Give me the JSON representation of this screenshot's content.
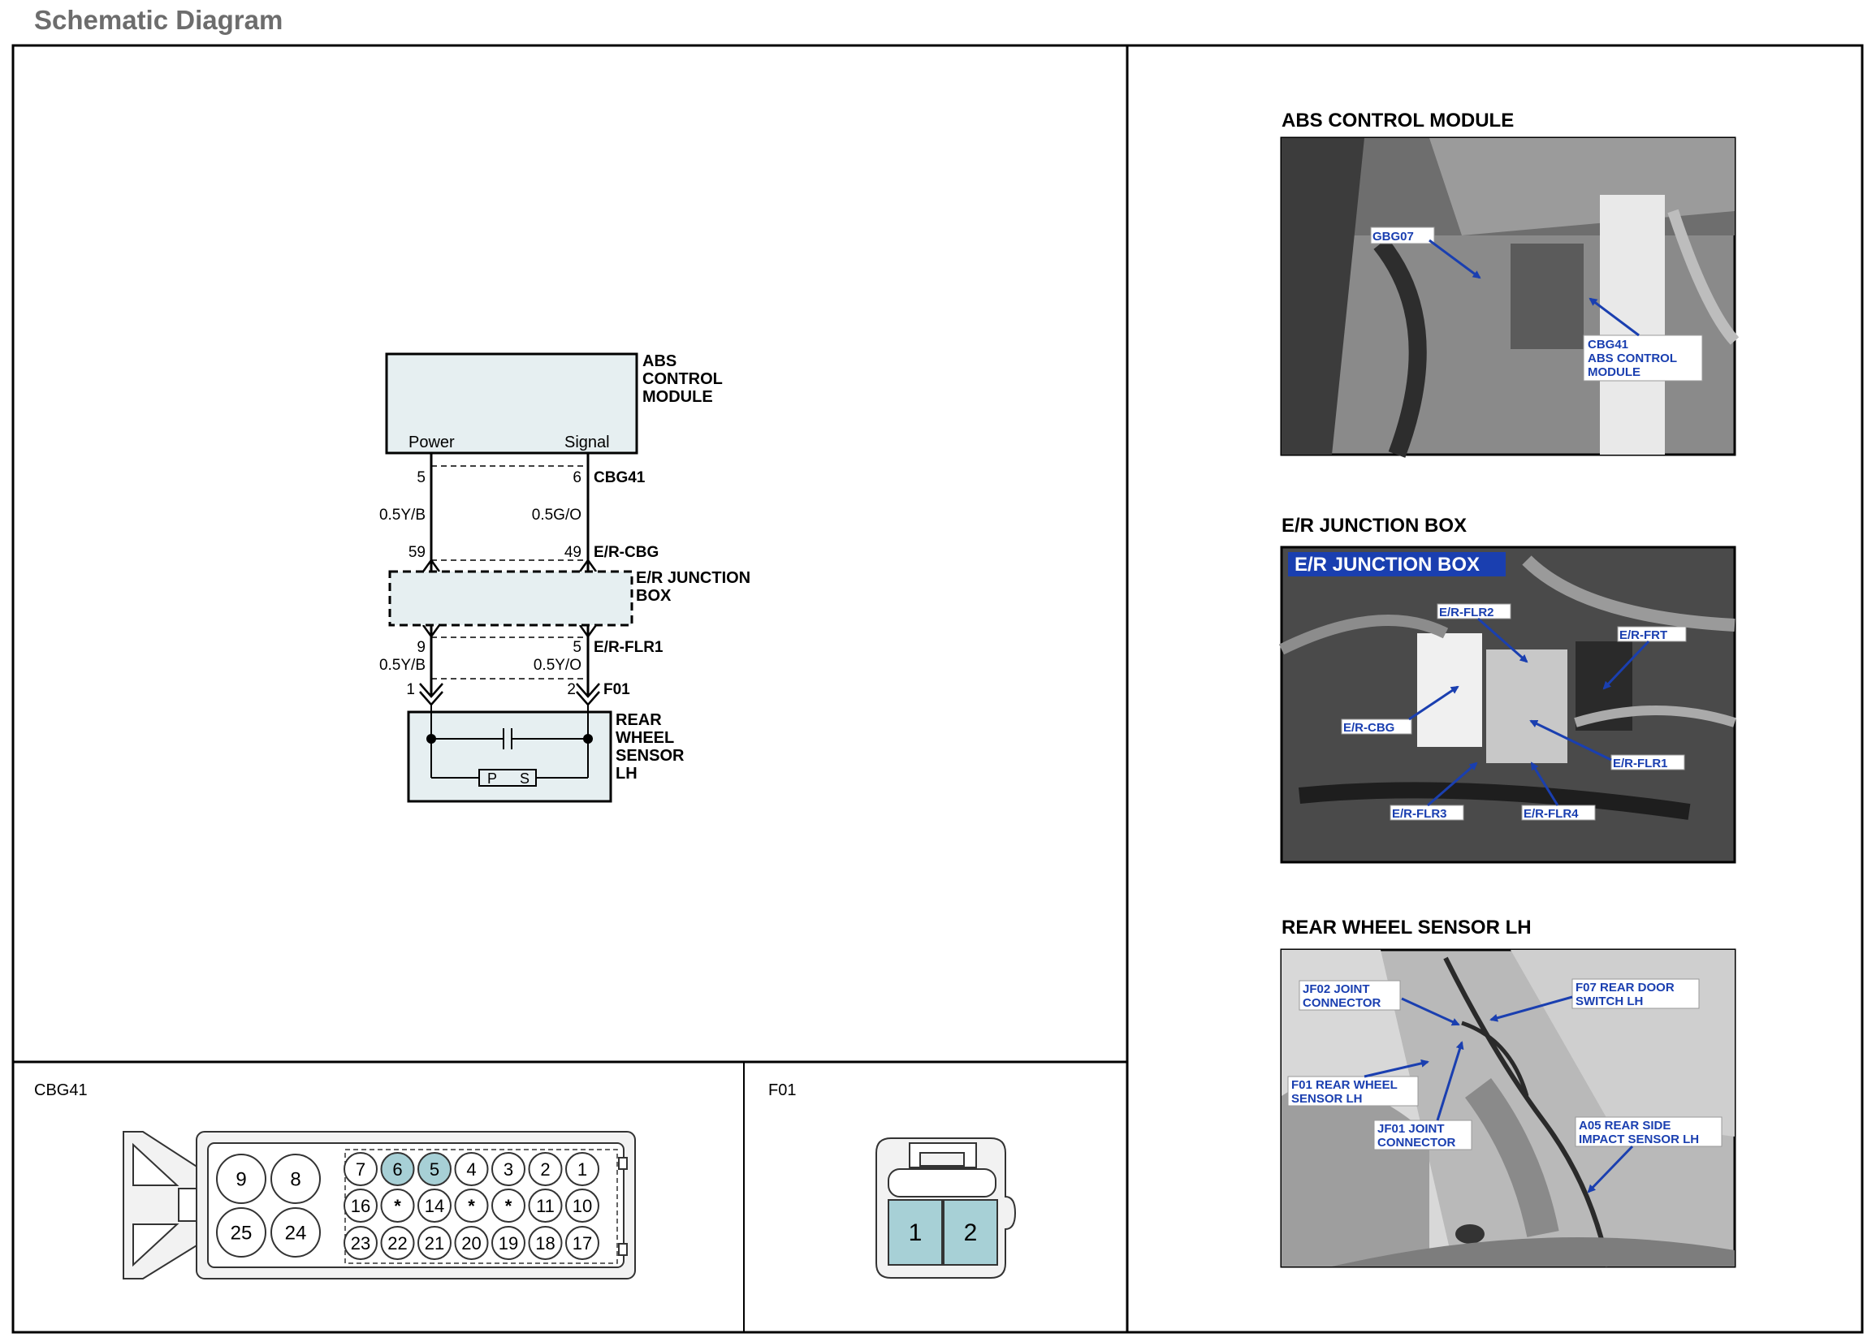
{
  "page_title": "Schematic Diagram",
  "schematic": {
    "abs_module": {
      "lines": [
        "ABS",
        "CONTROL",
        "MODULE"
      ],
      "power_label": "Power",
      "signal_label": "Signal"
    },
    "connector_cbg41": {
      "name": "CBG41",
      "pin_power": "5",
      "pin_signal": "6"
    },
    "wire_power": "0.5Y/B",
    "wire_signal": "0.5G/O",
    "connector_ercbg": {
      "name": "E/R-CBG",
      "pin_power": "59",
      "pin_signal": "49"
    },
    "junction_box": {
      "lines": [
        "E/R JUNCTION",
        "BOX"
      ]
    },
    "connector_erflr1": {
      "name": "E/R-FLR1",
      "pin_power": "9",
      "pin_signal": "5"
    },
    "wire_power_lower": "0.5Y/B",
    "wire_signal_lower": "0.5Y/O",
    "connector_f01": {
      "name": "F01",
      "pin_power": "1",
      "pin_signal": "2"
    },
    "wheel_sensor": {
      "lines": [
        "REAR",
        "WHEEL",
        "SENSOR",
        "LH"
      ],
      "p_label": "P",
      "s_label": "S"
    }
  },
  "connector_views": {
    "cbg41": {
      "label": "CBG41",
      "large_pins": [
        "9",
        "8",
        "25",
        "24"
      ],
      "row1": [
        "7",
        "6",
        "5",
        "4",
        "3",
        "2",
        "1"
      ],
      "row2": [
        "16",
        "*",
        "14",
        "*",
        "*",
        "11",
        "10"
      ],
      "row3": [
        "23",
        "22",
        "21",
        "20",
        "19",
        "18",
        "17"
      ],
      "highlighted_pins": [
        "6",
        "5"
      ]
    },
    "f01": {
      "label": "F01",
      "pins": [
        "1",
        "2"
      ]
    }
  },
  "photos": {
    "abs_module": {
      "heading": "ABS CONTROL MODULE",
      "callouts": [
        "GBG07",
        "CBG41",
        "ABS CONTROL",
        "MODULE"
      ]
    },
    "junction_box": {
      "heading": "E/R JUNCTION BOX",
      "banner": "E/R JUNCTION BOX",
      "callouts": [
        "E/R-FLR2",
        "E/R-FRT",
        "E/R-CBG",
        "E/R-FLR1",
        "E/R-FLR3",
        "E/R-FLR4"
      ]
    },
    "wheel_sensor": {
      "heading": "REAR WHEEL SENSOR LH",
      "callouts": [
        "JF02 JOINT",
        "CONNECTOR",
        "F07 REAR DOOR",
        "SWITCH LH",
        "F01 REAR WHEEL",
        "SENSOR LH",
        "JF01 JOINT",
        "CONNECTOR",
        "A05 REAR SIDE",
        "IMPACT SENSOR LH"
      ]
    }
  },
  "colors": {
    "pin_highlight": "#a7d0d6",
    "module_fill": "#e6eff1",
    "callout_text": "#1a3fb0",
    "photo_bg": "#8a8a8a"
  }
}
